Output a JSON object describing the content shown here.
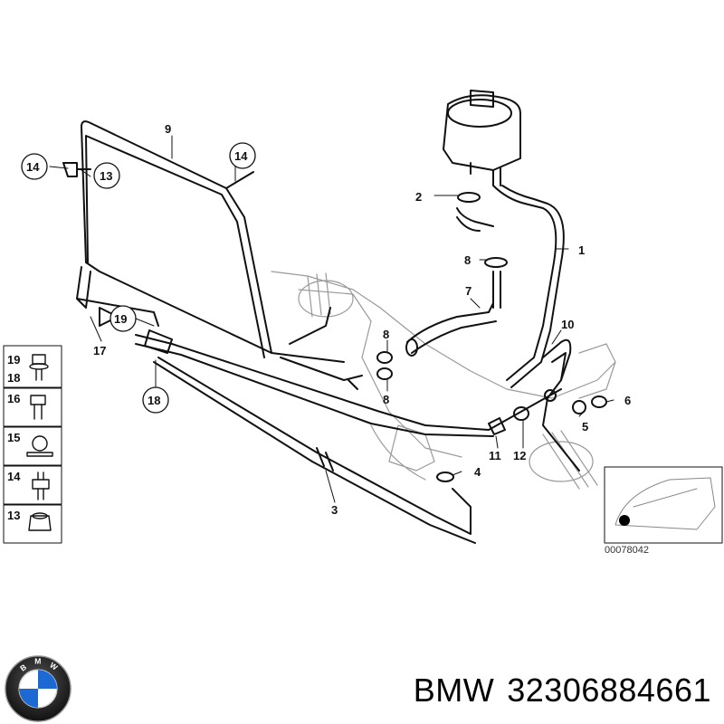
{
  "diagram": {
    "part_labels": {
      "p1": "1",
      "p2": "2",
      "p3": "3",
      "p4": "4",
      "p5": "5",
      "p6": "6",
      "p7": "7",
      "p8a": "8",
      "p8b": "8",
      "p8c": "8",
      "p9": "9",
      "p10": "10",
      "p11": "11",
      "p12": "12",
      "p14a": "14",
      "p14b": "14",
      "p13a": "13",
      "p19a": "19",
      "p17": "17",
      "p18a": "18"
    },
    "legend": [
      {
        "id": "19-18",
        "a": "19",
        "b": "18",
        "icon": "bolt-with-washer-icon"
      },
      {
        "id": "16",
        "a": "16",
        "b": "",
        "icon": "bolt-icon"
      },
      {
        "id": "15",
        "a": "15",
        "b": "",
        "icon": "hose-clamp-icon"
      },
      {
        "id": "14",
        "a": "14",
        "b": "",
        "icon": "stud-nut-icon"
      },
      {
        "id": "13",
        "a": "13",
        "b": "",
        "icon": "nut-icon"
      }
    ],
    "inset_caption": "00078042"
  },
  "footer": {
    "brand": "BMW",
    "part_number": "32306884661",
    "logo_icon": "bmw-roundel-icon"
  },
  "colors": {
    "line": "#111111",
    "blue": "#1c69d4",
    "background": "#ffffff"
  }
}
